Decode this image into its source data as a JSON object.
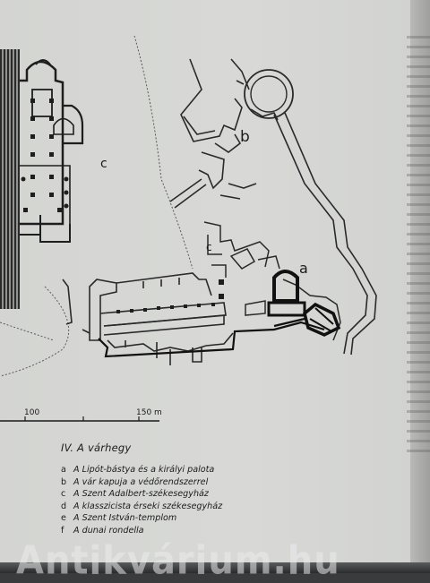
{
  "plan": {
    "labels": {
      "a": "a",
      "b": "b",
      "c_left": "c",
      "c_small": "c"
    },
    "scale": {
      "mark_100": "100",
      "mark_150": "150 m"
    }
  },
  "caption": {
    "title": "IV. A várhegy",
    "items": [
      {
        "key": "a",
        "text": "A Lipót-bástya és a királyi palota"
      },
      {
        "key": "b",
        "text": "A vár kapuja a védőrendszerrel"
      },
      {
        "key": "c",
        "text": "A Szent Adalbert-székesegyház"
      },
      {
        "key": "d",
        "text": "A klasszicista érseki székesegyház"
      },
      {
        "key": "e",
        "text": "A Szent István-templom"
      },
      {
        "key": "f",
        "text": "A dunai rondella"
      }
    ]
  },
  "watermark": "Antikvárium.hu"
}
